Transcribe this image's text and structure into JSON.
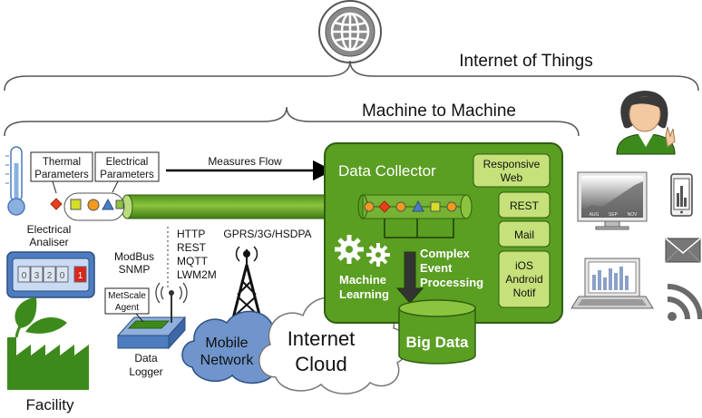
{
  "titles": {
    "iot": "Internet of Things",
    "m2m": "Machine to Machine"
  },
  "sources": {
    "thermal": [
      "Thermal",
      "Parameters"
    ],
    "electrical_params": [
      "Electrical",
      "Parameters"
    ],
    "analiser": [
      "Electrical",
      "Analiser"
    ],
    "facility": "Facility",
    "meter_digits": [
      "0",
      "3",
      "2",
      "0",
      "1"
    ]
  },
  "flow": {
    "measures": "Measures Flow"
  },
  "protocols": {
    "legacy": [
      "ModBus",
      "SNMP"
    ],
    "iot": [
      "HTTP",
      "REST",
      "MQTT",
      "LWM2M"
    ],
    "cellular": "GPRS/3G/HSDPA"
  },
  "logger": {
    "agent": [
      "MetScale",
      "Agent"
    ],
    "label": [
      "Data",
      "Logger"
    ]
  },
  "networks": {
    "mobile": [
      "Mobile",
      "Network"
    ],
    "internet": [
      "Internet",
      "Cloud"
    ]
  },
  "collector": {
    "title": "Data Collector",
    "ml": [
      "Machine",
      "Learning"
    ],
    "cep": [
      "Complex",
      "Event",
      "Processing"
    ],
    "big_data": "Big Data",
    "outputs": {
      "web": [
        "Responsive",
        "Web"
      ],
      "rest": "REST",
      "mail": "Mail",
      "mobile": [
        "iOS",
        "Android",
        "Notif"
      ]
    }
  },
  "devices": {
    "chart_months": [
      "AUG",
      "SEP",
      "NOV"
    ]
  },
  "colors": {
    "green_dark": "#3d7a14",
    "green": "#5a9e22",
    "green_light": "#c6e07a",
    "cloud_blue": "#6f95cc",
    "orange": "#f39a1e",
    "red": "#e8401c",
    "blue": "#4e7cc0",
    "yellow": "#d6dc2a"
  }
}
